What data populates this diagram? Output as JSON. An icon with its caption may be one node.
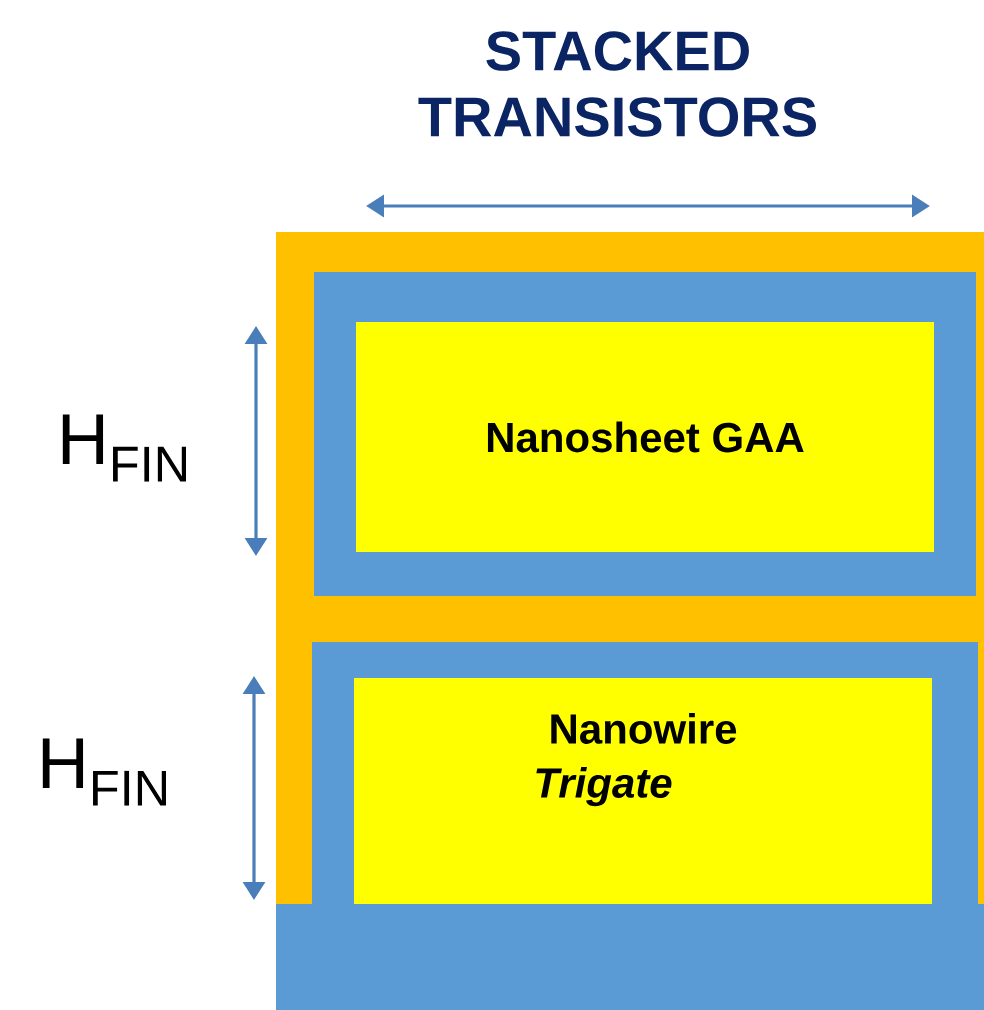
{
  "diagram": {
    "title": "STACKED TRANSISTORS",
    "nodes": [
      {
        "text": [
          "Nanosheet GAA"
        ]
      },
      {
        "text": [
          "Nanowire",
          "Trigate"
        ]
      }
    ],
    "labels": [
      "H$_{FIN}$",
      "H$_{FIN}$"
    ]
  }
}
